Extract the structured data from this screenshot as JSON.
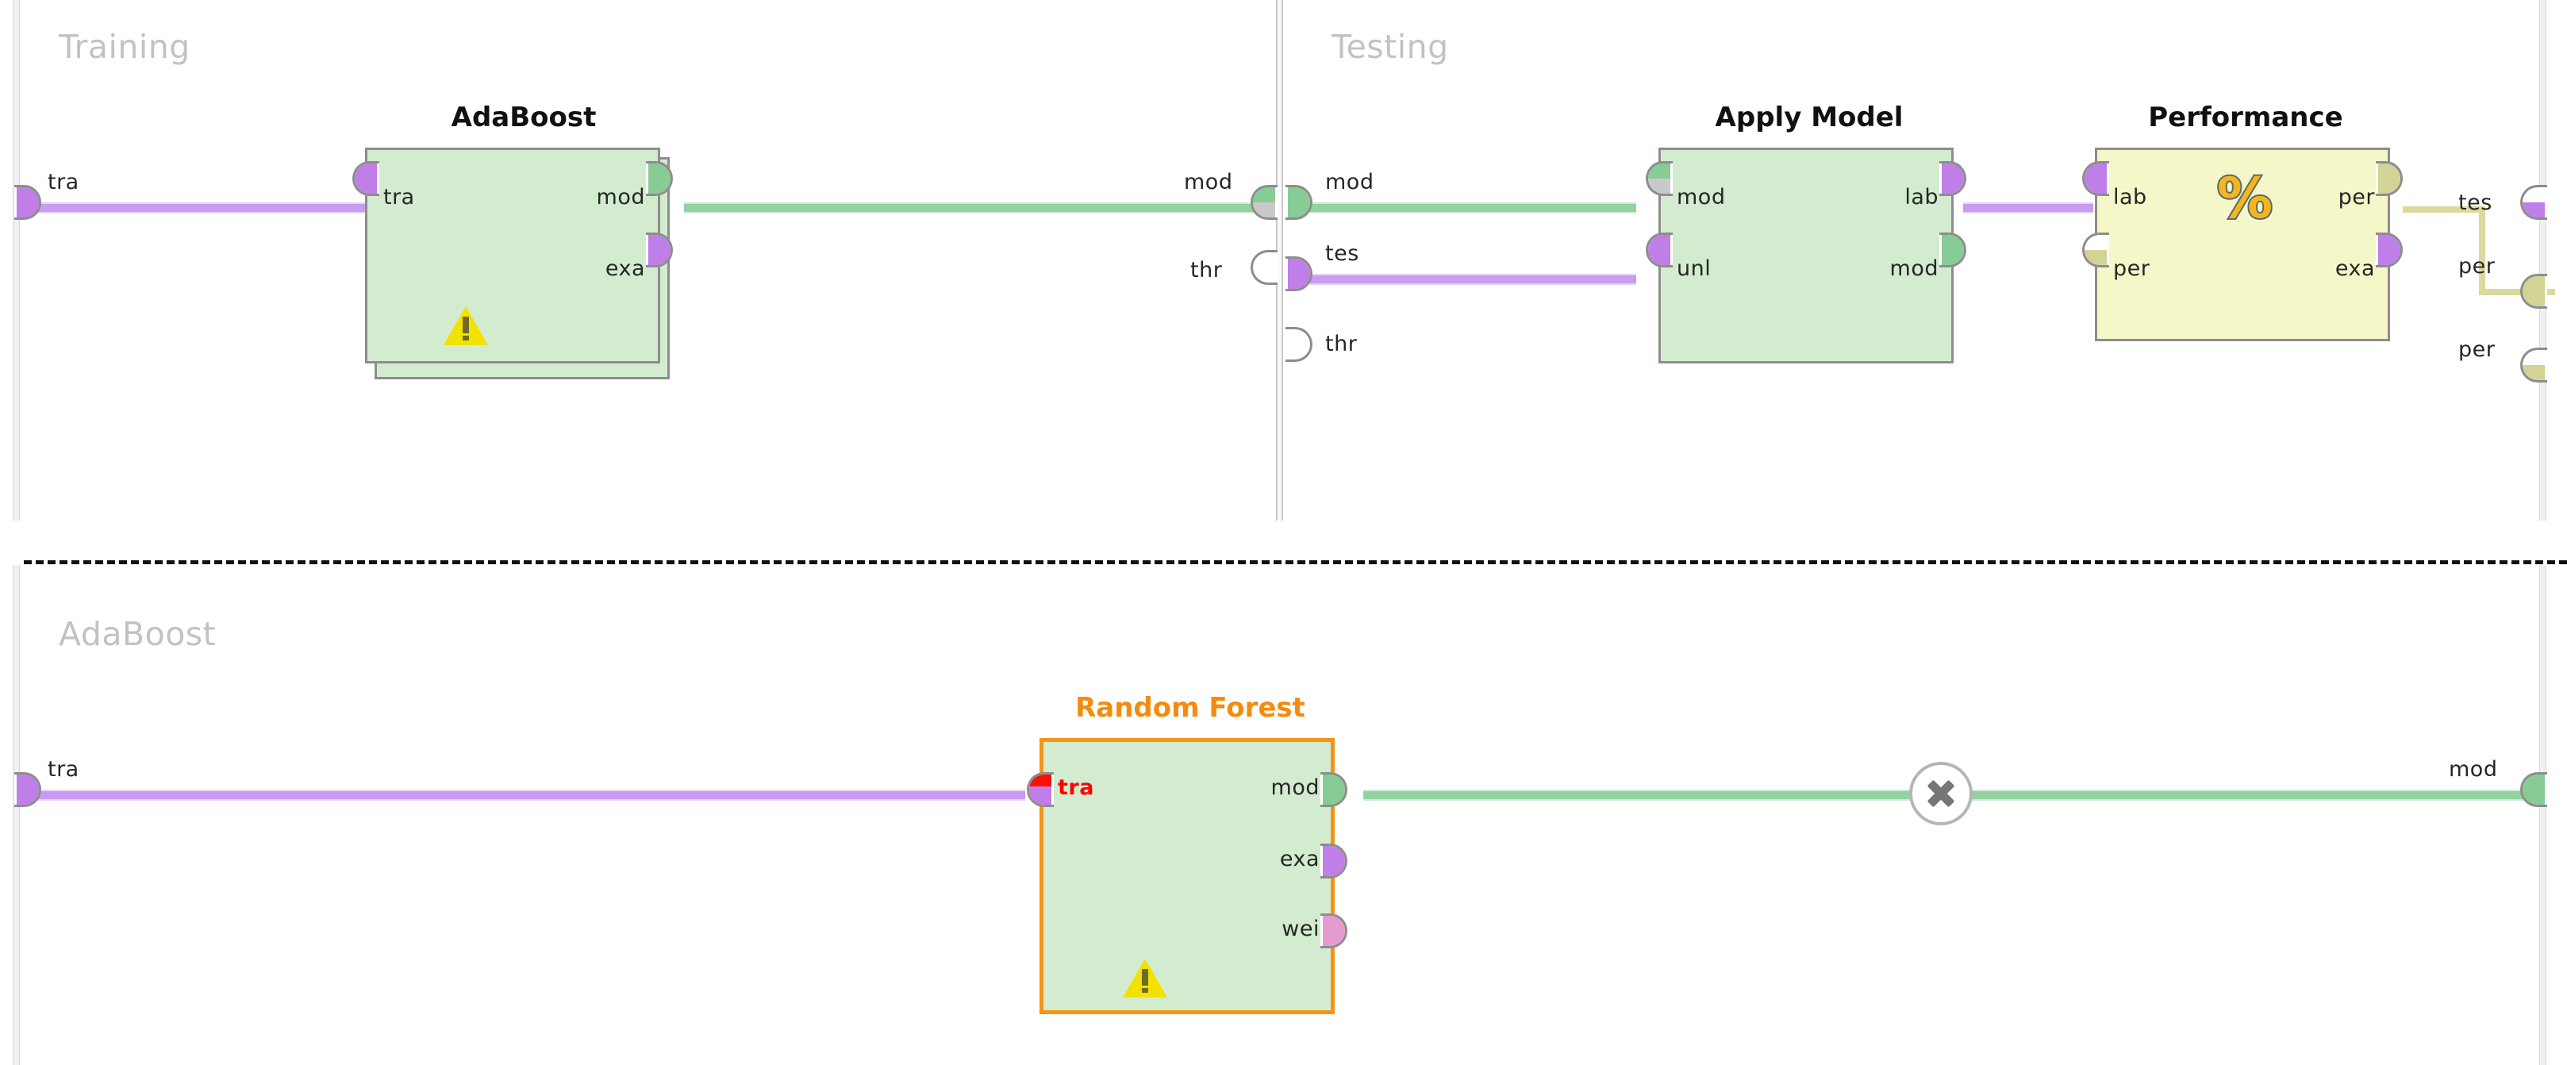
{
  "panels": {
    "training": {
      "title": "Training"
    },
    "testing": {
      "title": "Testing"
    },
    "subprocess": {
      "title": "AdaBoost"
    }
  },
  "colors": {
    "operator_green": "#d3ecd0",
    "operator_yellow": "#f6f7c9",
    "selected_orange": "#f59415",
    "connection_purple": "#c89cf0",
    "connection_green": "#93d3a0",
    "connection_khaki": "#d4d58f",
    "port_purple": "#c07ee8",
    "port_green": "#86cc94",
    "port_khaki": "#d3d396",
    "error_red": "#ff0000",
    "panel_label_grey": "#c2c2c2"
  },
  "training_panel": {
    "left_ports": [
      {
        "label": "tra",
        "color": "purple"
      }
    ],
    "right_ports": [
      {
        "label": "mod",
        "color": "green",
        "state": "half"
      },
      {
        "label": "thr",
        "color": "none",
        "state": "empty"
      }
    ]
  },
  "testing_panel": {
    "left_ports": [
      {
        "label": "mod",
        "color": "green",
        "state": "full"
      },
      {
        "label": "tes",
        "color": "purple",
        "state": "full"
      },
      {
        "label": "thr",
        "color": "none",
        "state": "empty"
      }
    ],
    "right_ports": [
      {
        "label": "tes",
        "color": "purple",
        "state": "tophalf"
      },
      {
        "label": "per",
        "color": "khaki",
        "state": "full"
      },
      {
        "label": "per",
        "color": "khaki",
        "state": "half"
      }
    ]
  },
  "subprocess_panel": {
    "left_ports": [
      {
        "label": "tra",
        "color": "purple"
      }
    ],
    "right_ports": [
      {
        "label": "mod",
        "color": "green",
        "state": "full"
      }
    ]
  },
  "operators": [
    {
      "id": "adaboost",
      "name": "AdaBoost",
      "icon": "lightbulb-icon",
      "style": "green",
      "selected": false,
      "stacked": true,
      "warning": true,
      "inputs": [
        {
          "label": "tra",
          "color": "purple",
          "state": "full"
        }
      ],
      "outputs": [
        {
          "label": "mod",
          "color": "green",
          "state": "full"
        },
        {
          "label": "exa",
          "color": "purple",
          "state": "full"
        }
      ]
    },
    {
      "id": "apply-model",
      "name": "Apply Model",
      "icon": "lightbulb-on-icon",
      "style": "green",
      "selected": false,
      "stacked": false,
      "warning": false,
      "inputs": [
        {
          "label": "mod",
          "color": "green",
          "state": "tophalf"
        },
        {
          "label": "unl",
          "color": "purple",
          "state": "full"
        }
      ],
      "outputs": [
        {
          "label": "lab",
          "color": "purple",
          "state": "full"
        },
        {
          "label": "mod",
          "color": "green",
          "state": "full"
        }
      ]
    },
    {
      "id": "performance",
      "name": "Performance",
      "icon": "percent-icon",
      "style": "yellow",
      "selected": false,
      "stacked": false,
      "warning": false,
      "inputs": [
        {
          "label": "lab",
          "color": "purple",
          "state": "full"
        },
        {
          "label": "per",
          "color": "khaki",
          "state": "half"
        }
      ],
      "outputs": [
        {
          "label": "per",
          "color": "khaki",
          "state": "full"
        },
        {
          "label": "exa",
          "color": "purple",
          "state": "full"
        }
      ]
    },
    {
      "id": "random-forest",
      "name": "Random Forest",
      "icon": "lightbulb-icon",
      "style": "green",
      "selected": true,
      "stacked": false,
      "warning": true,
      "inputs": [
        {
          "label": "tra",
          "color": "red-purple",
          "state": "error"
        }
      ],
      "outputs": [
        {
          "label": "mod",
          "color": "green",
          "state": "full"
        },
        {
          "label": "exa",
          "color": "purple",
          "state": "full"
        },
        {
          "label": "wei",
          "color": "pink",
          "state": "full"
        }
      ]
    }
  ],
  "connections": [
    {
      "from": "training-tra-source",
      "to": "adaboost-tra",
      "color": "purple"
    },
    {
      "from": "adaboost-mod",
      "to": "training-mod-sink",
      "color": "green"
    },
    {
      "from": "testing-mod-source",
      "to": "apply-model-mod",
      "color": "green"
    },
    {
      "from": "testing-tes-source",
      "to": "apply-model-unl",
      "color": "purple"
    },
    {
      "from": "apply-model-lab",
      "to": "performance-lab",
      "color": "purple"
    },
    {
      "from": "performance-per",
      "to": "testing-per-sink",
      "color": "khaki"
    },
    {
      "from": "subprocess-tra",
      "to": "random-forest-tra",
      "color": "purple"
    },
    {
      "from": "random-forest-mod",
      "to": "subprocess-mod-sink",
      "color": "green",
      "deletable": true
    }
  ],
  "delete_button": {
    "icon": "remove-connection-icon"
  }
}
